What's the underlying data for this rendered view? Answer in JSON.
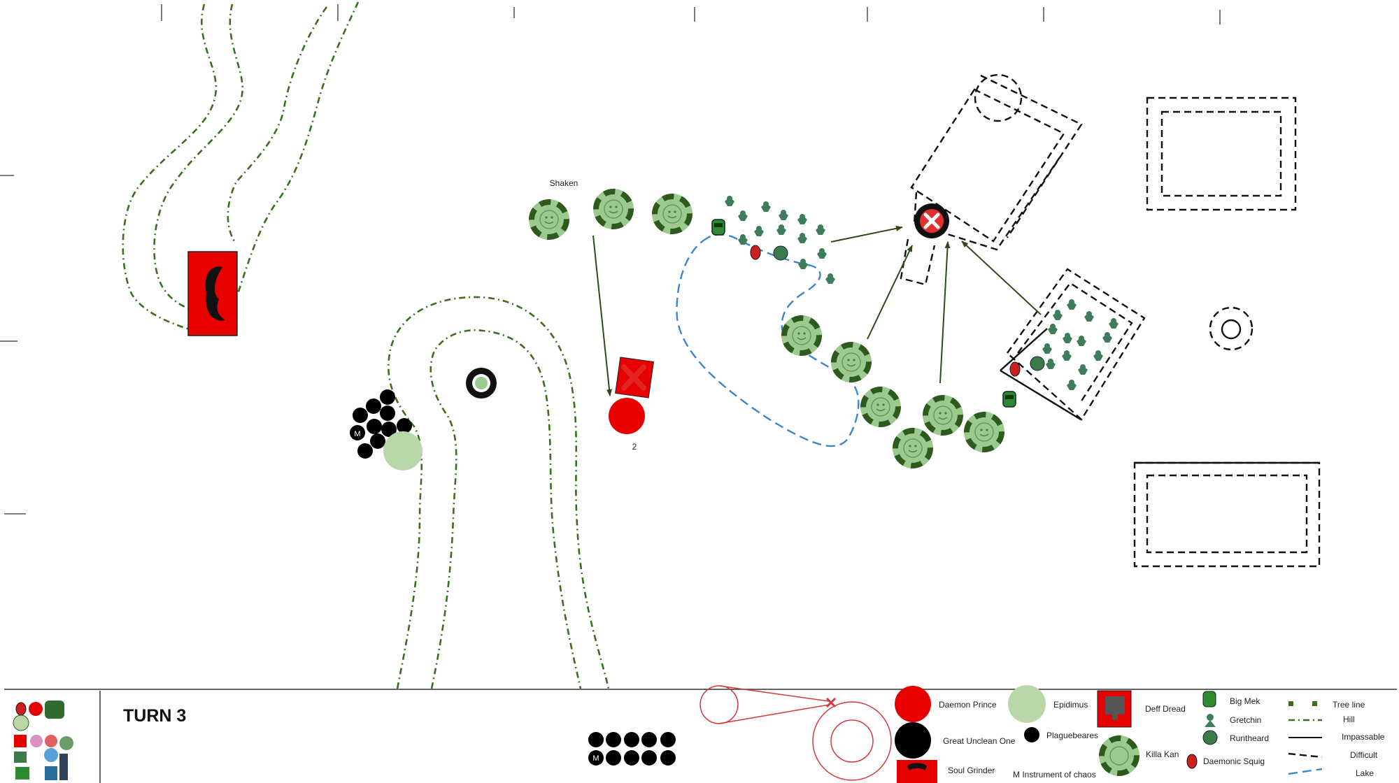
{
  "turn_label": "TURN 3",
  "annotations": {
    "shaken": "Shaken",
    "prince_wounds": "2",
    "instrument_marker": "M"
  },
  "colors": {
    "daemon_red": "#e60000",
    "kan_green": "#9cc98f",
    "kan_dark": "#2f5a1e",
    "hill_green": "#3c6e1f",
    "lake_blue": "#3a86c8",
    "epidimus_green": "#b9d7a8",
    "gretchin_green": "#3f7d5a"
  },
  "icons": [
    "soul-grinder-icon",
    "killa-kan-icon",
    "gretchin-icon",
    "big-mek-icon",
    "daemonic-squig-icon",
    "deff-dread-icon",
    "destroyed-x-icon"
  ],
  "legend": {
    "daemon_prince": "Daemon Prince",
    "great_unclean_one": "Great Unclean One",
    "soul_grinder": "Soul Grinder",
    "epidimus": "Epidimus",
    "plaguebearers": "Plaguebeares",
    "instrument": "Instrument of chaos",
    "deff_dread": "Deff Dread",
    "killa_kan": "Killa Kan",
    "big_mek": "Big Mek",
    "gretchin": "Gretchin",
    "runtheard": "Runtheard",
    "daemonic_squig": "Daemonic Squig",
    "tree_line": "Tree line",
    "hill": "Hill",
    "impassable": "Impassable",
    "difficult": "Difficult",
    "lake": "Lake"
  }
}
